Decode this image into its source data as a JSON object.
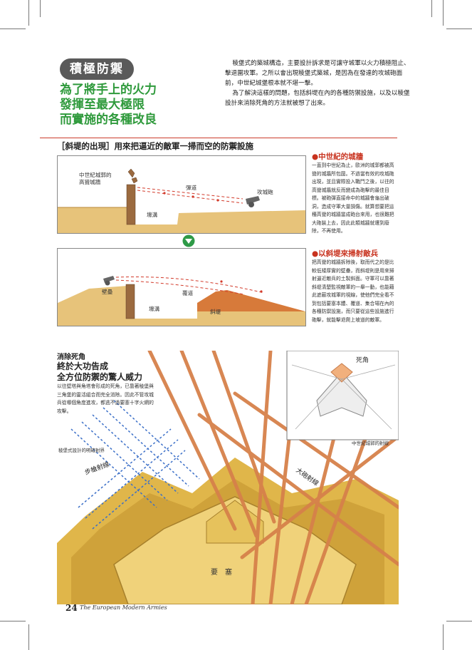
{
  "badge": "積極防禦",
  "headline": [
    "為了將手上的火力",
    "發揮至最大極限",
    "而實施的各種改良"
  ],
  "intro": [
    "稜堡式的築城構造，主要設計訴求是可讓守城軍以火力積極阻止、擊退圍攻軍。之所以會出現稜堡式築城，是因為在發達的攻城砲面前，中世紀城堡根本就不堪一擊。",
    "為了解決這樣的問題，包括斜堤在內的各種防禦設施，以及以稜堡設計來消除死角的方法就被想了出來。"
  ],
  "section": {
    "bracket": "［斜堤的出現］",
    "title": "用來把逼近的敵軍一掃而空的防禦設施"
  },
  "diagram1": {
    "castle": [
      "中世紀城郭的",
      "高聳城牆"
    ],
    "trajectory": "彈道",
    "siege_cannon": "攻城砲",
    "moat": "壕溝"
  },
  "diagram2": {
    "rampart": "壁壘",
    "covered_way": "覆道",
    "moat": "壕溝",
    "glacis": "斜堤"
  },
  "right1": {
    "title": "●中世紀的城牆",
    "text": "一直到中世紀為止，歐洲的城郭都被高聳的城牆所包圍。不過當有效的攻城砲出現，並且實際投入戰鬥之後，以往的高聳城牆就反而變成為砲擊的最佳目標。被砲彈直接命中的城牆會龜出破洞，造成守軍大量損傷。就算想要把這種高聳的城牆當成砲台來用，也很難把大砲裝上去，因此此類城牆就遭到廢除，不再使用。"
  },
  "right2": {
    "title": "●以斜堤來掃射敵兵",
    "text": "把高聳的城牆拆除後，取而代之的是比較低矮厚實的壁壘，而斜堤則是用來掃射逼近敵兵的土製斜面。守軍可以靠著斜堤清楚監視敵軍的一舉一動，也能藉此遮蔽攻城軍的視線，使他們完全看不到包括要塞本體、覆道、集合場在內的各種防禦設施，而只要從這些設施進行砲擊，就能擊退爬上坡道的敵軍。"
  },
  "dead_angle": {
    "title": "消除死角",
    "sub": [
      "終於大功告成",
      "全方位防禦的驚人威力"
    ],
    "text": "以往壁塔與角塔會形成的死角，已靠著稜堡與三角堡的靈活組合而完全消除。因此不管攻城兵從哪個角度進攻，都逃不過要塞十字火網的攻擊。"
  },
  "inset": {
    "label": "死角",
    "caption": "中世紀城郭的射線"
  },
  "fort": {
    "caption": "稜堡式設計的明確射界",
    "musket": "步槍射線",
    "cannon": "大砲射線",
    "fortress": "要　塞"
  },
  "footer": {
    "page": "24",
    "series": "The European Modern Armies"
  }
}
